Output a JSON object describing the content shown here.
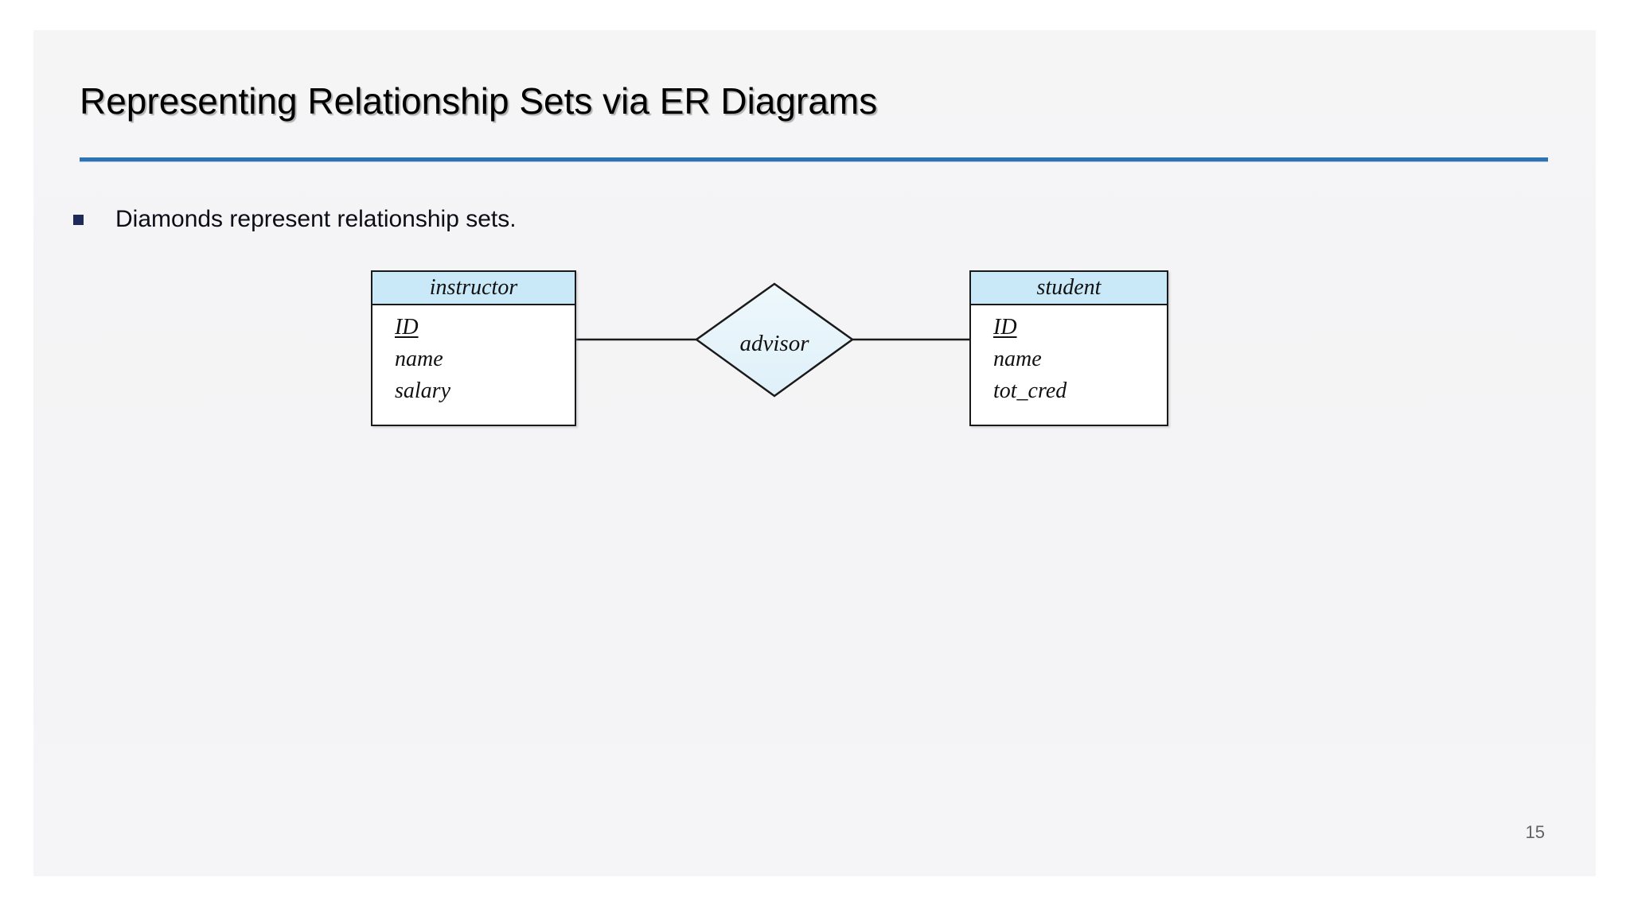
{
  "slide": {
    "title": "Representing Relationship  Sets via ER Diagrams",
    "page_number": "15",
    "accent_color": "#2e74b5",
    "background_color": "#f4f4f5",
    "bullets": [
      {
        "marker": "square-bullet",
        "marker_color": "#1f2a5b",
        "text": "Diamonds represent relationship sets."
      }
    ]
  },
  "diagram": {
    "type": "er-diagram",
    "entities": [
      {
        "id": "instructor",
        "name": "instructor",
        "header_color": "#c9e9f8",
        "attributes": [
          {
            "name": "ID",
            "primary_key": true
          },
          {
            "name": "name",
            "primary_key": false
          },
          {
            "name": "salary",
            "primary_key": false
          }
        ]
      },
      {
        "id": "student",
        "name": "student",
        "header_color": "#c9e9f8",
        "attributes": [
          {
            "name": "ID",
            "primary_key": true
          },
          {
            "name": "name",
            "primary_key": false
          },
          {
            "name": "tot_cred",
            "primary_key": false
          }
        ]
      }
    ],
    "relationships": [
      {
        "id": "advisor",
        "name": "advisor",
        "shape": "diamond",
        "fill_color": "#e6f5fb",
        "connects": [
          "instructor",
          "student"
        ]
      }
    ]
  }
}
